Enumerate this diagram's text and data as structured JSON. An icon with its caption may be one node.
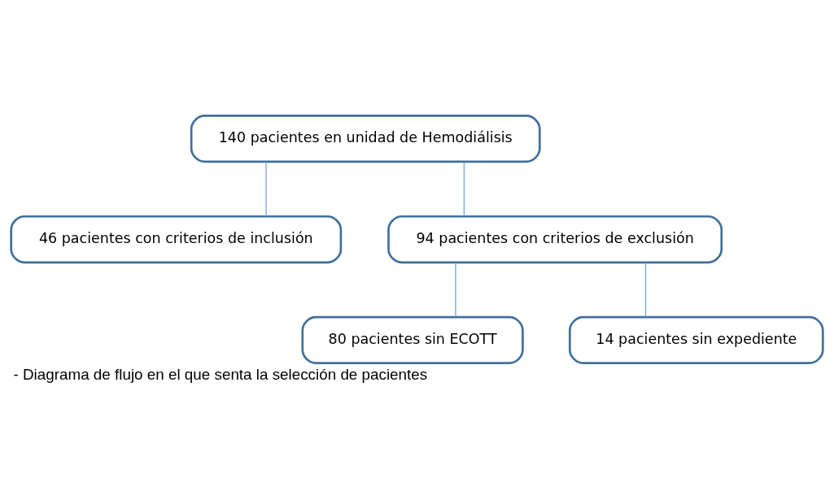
{
  "diagram": {
    "caption": "- Diagrama de flujo en el que senta la selección de pacientes",
    "nodes": [
      {
        "text": [
          "140 pacientes en unidad de Hemodiálisis"
        ]
      },
      {
        "text": [
          "46 pacientes con criterios de inclusión"
        ]
      },
      {
        "text": [
          "94 pacientes con criterios de exclusión"
        ]
      },
      {
        "text": [
          "80 pacientes sin ECOTT"
        ]
      },
      {
        "text": [
          "14 pacientes sin expediente"
        ]
      }
    ],
    "edges": [
      {
        "from": 0,
        "to": 1,
        "arrow": "none",
        "color": "#6fa8dc"
      },
      {
        "from": 0,
        "to": 2,
        "arrow": "none",
        "color": "#6fa8dc"
      },
      {
        "from": 2,
        "to": 3,
        "arrow": "none",
        "color": "#6fa8dc"
      },
      {
        "from": 2,
        "to": 4,
        "arrow": "none",
        "color": "#6fa8dc"
      }
    ]
  }
}
